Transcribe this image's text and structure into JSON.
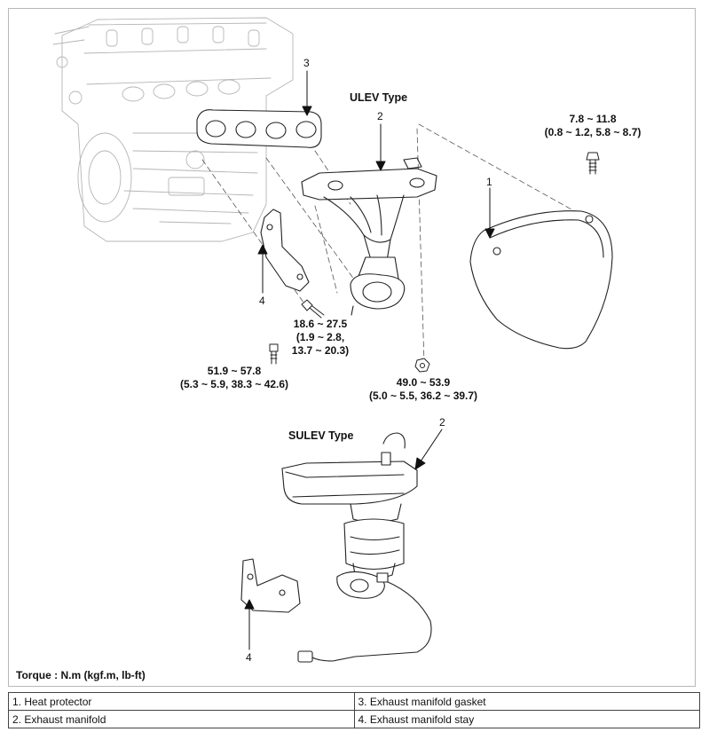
{
  "labels": {
    "ulev_type": "ULEV Type",
    "sulev_type": "SULEV Type",
    "torque_note": "Torque : N.m (kgf.m, lb-ft)"
  },
  "callouts": {
    "c1": "1",
    "c2_ulev": "2",
    "c2_sulev": "2",
    "c3": "3",
    "c4_ulev": "4",
    "c4_sulev": "4"
  },
  "torque_specs": {
    "heat_protector_bolt": {
      "line1": "7.8 ~ 11.8",
      "line2": "(0.8 ~ 1.2, 5.8 ~ 8.7)"
    },
    "stay_upper_bolt": {
      "line1": "18.6 ~ 27.5",
      "line2": "(1.9 ~ 2.8,",
      "line3": "13.7 ~ 20.3)"
    },
    "stay_lower_bolt": {
      "line1": "51.9 ~ 57.8",
      "line2": "(5.3 ~ 5.9, 38.3 ~ 42.6)"
    },
    "manifold_nut": {
      "line1": "49.0 ~ 53.9",
      "line2": "(5.0 ~ 5.5, 36.2 ~ 39.7)"
    }
  },
  "legend": {
    "rows": [
      {
        "left": "1. Heat protector",
        "right": "3. Exhaust manifold gasket"
      },
      {
        "left": "2. Exhaust manifold",
        "right": "4. Exhaust manifold stay"
      }
    ]
  }
}
